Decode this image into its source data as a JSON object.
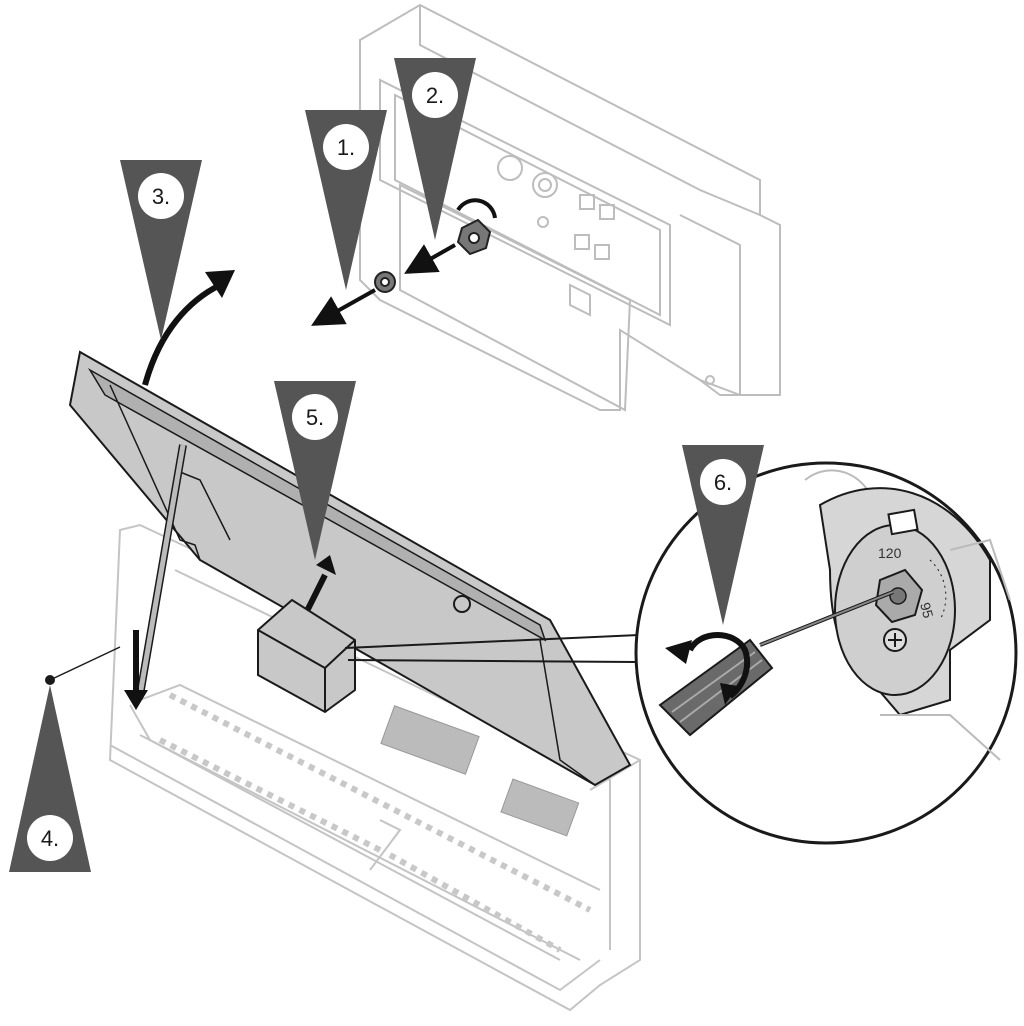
{
  "steps": [
    {
      "label": "1."
    },
    {
      "label": "2."
    },
    {
      "label": "3."
    },
    {
      "label": "4."
    },
    {
      "label": "5."
    },
    {
      "label": "6."
    }
  ],
  "dial": {
    "mark_120": "120",
    "mark_95": "95"
  },
  "colors": {
    "marker": "#555555",
    "marker_circle": "#ffffff",
    "housing_outline": "#bdbdbd",
    "cover_fill": "#c8c8c8",
    "cover_outline": "#1a1a1a",
    "arrow": "#111111"
  },
  "icons": [
    "triangle-step-marker",
    "curved-arrow",
    "straight-arrow",
    "screwdriver",
    "knob",
    "detail-magnifier-circle"
  ]
}
